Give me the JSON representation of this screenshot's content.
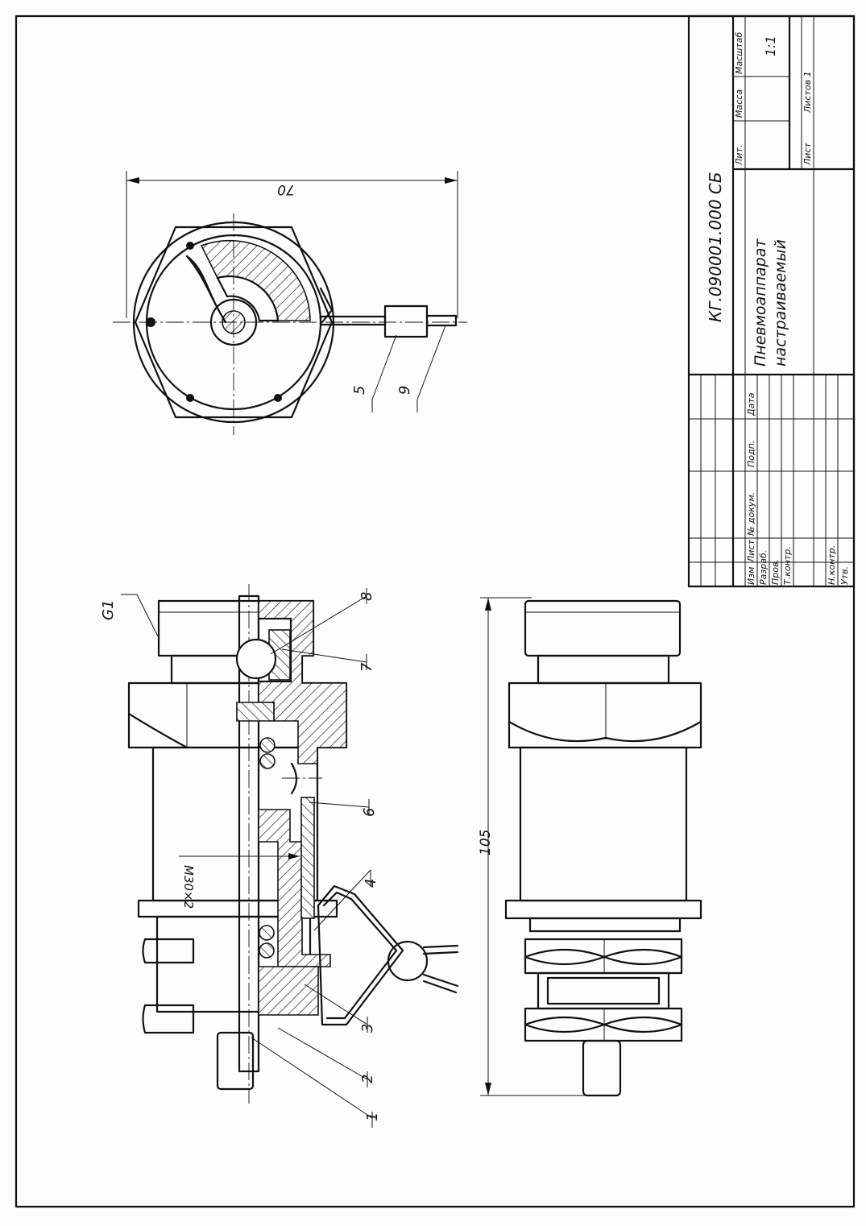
{
  "title_block": {
    "doc_number": "КГ.090001.000 СБ",
    "name_line1": "Пневмоаппарат",
    "name_line2": "настраиваемый",
    "col_lit": "Лит.",
    "col_mass": "Масса",
    "col_scale": "Масштаб",
    "scale_value": "1:1",
    "sheet_label": "Лист",
    "sheets_label": "Листов 1",
    "hdr_izm": "Изм",
    "hdr_list": "Лист",
    "hdr_doc": "№ докум.",
    "hdr_sign": "Подп.",
    "hdr_date": "Дата",
    "row_razrab": "Разраб.",
    "row_prov": "Пров.",
    "row_tkontr": "Т.контр.",
    "row_nkontr": "Н.контр.",
    "row_utv": "Утв."
  },
  "dimensions": {
    "width_70": "70",
    "length_105": "105",
    "thread": "M30×2",
    "pipe_thread": "G1"
  },
  "callouts": [
    "1",
    "2",
    "3",
    "4",
    "5",
    "6",
    "7",
    "8",
    "9"
  ]
}
